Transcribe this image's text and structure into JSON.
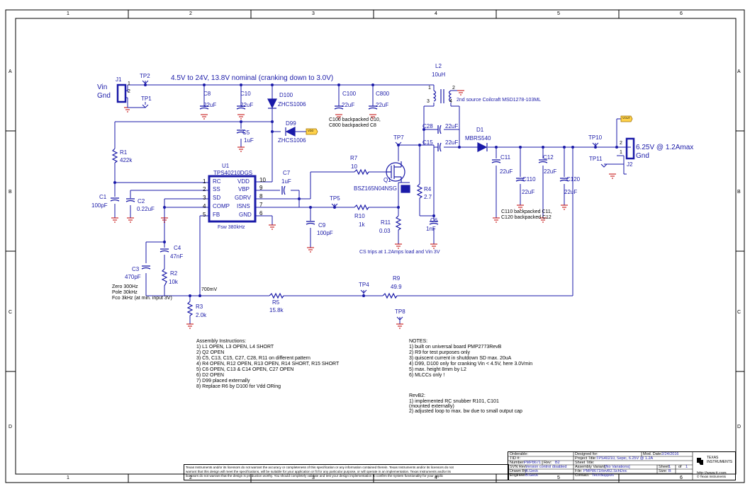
{
  "frame": {
    "cols": [
      "1",
      "2",
      "3",
      "4",
      "5",
      "6"
    ],
    "rows": [
      "A",
      "B",
      "C",
      "D"
    ]
  },
  "supply_label": "4.5V to 24V, 13.8V nominal (cranking down to 3.0V)",
  "output_label": "6.25V @ 1.2Amax",
  "connectors": {
    "j1": {
      "ref": "J1",
      "vin": "Vin",
      "gnd": "Gnd",
      "pin1": "1",
      "pin2": "2"
    },
    "j2": {
      "ref": "J2",
      "gnd": "Gnd",
      "pin1": "1",
      "pin2": "2"
    }
  },
  "testpoints": [
    "TP2",
    "TP1",
    "TP7",
    "TP5",
    "TP4",
    "TP8",
    "TP10",
    "TP11"
  ],
  "components": {
    "c8": {
      "ref": "C8",
      "val": "22uF"
    },
    "c10": {
      "ref": "C10",
      "val": "22uF"
    },
    "d100": {
      "ref": "D100",
      "val": "ZHCS1006"
    },
    "c100": {
      "ref": "C100",
      "val": "22uF"
    },
    "c800": {
      "ref": "C800",
      "val": "22uF"
    },
    "l2": {
      "ref": "L2",
      "val": "10uH",
      "note": "2nd source Coilcraft MSD1278-103ML"
    },
    "c5": {
      "ref": "C5",
      "val": "1uF"
    },
    "d99": {
      "ref": "D99",
      "val": "ZHCS1006"
    },
    "c28": {
      "ref": "C28",
      "val": "22uF"
    },
    "c15": {
      "ref": "C15",
      "val": "22uF"
    },
    "d1": {
      "ref": "D1",
      "val": "MBRS540"
    },
    "r1": {
      "ref": "R1",
      "val": "422k"
    },
    "c1": {
      "ref": "C1",
      "val": "100pF"
    },
    "c2": {
      "ref": "C2",
      "val": "0.22uF"
    },
    "u1": {
      "ref": "U1",
      "val": "TPS40210DGS",
      "fsw": "Fsw 380kHz"
    },
    "c7": {
      "ref": "C7",
      "val": "1uF"
    },
    "r7": {
      "ref": "R7",
      "val": "10"
    },
    "q1": {
      "ref": "Q1",
      "val": "BSZ165N04NSG"
    },
    "r4": {
      "ref": "R4",
      "val": "2.7"
    },
    "r10": {
      "ref": "R10",
      "val": "1k"
    },
    "c9": {
      "ref": "C9",
      "val": "100pF"
    },
    "r11": {
      "ref": "R11",
      "val": "0.03"
    },
    "c6": {
      "ref": "C6",
      "val": "1nF"
    },
    "c11": {
      "ref": "C11",
      "val": "22uF"
    },
    "c110": {
      "ref": "C110",
      "val": "22uF"
    },
    "c12": {
      "ref": "C12",
      "val": "22uF"
    },
    "c120": {
      "ref": "C120",
      "val": "22uF"
    },
    "c4": {
      "ref": "C4",
      "val": "47nF"
    },
    "c3": {
      "ref": "C3",
      "val": "470pF"
    },
    "r2": {
      "ref": "R2",
      "val": "10k"
    },
    "r3": {
      "ref": "R3",
      "val": "2.0k"
    },
    "r5": {
      "ref": "R5",
      "val": "15.8k"
    },
    "r9": {
      "ref": "R9",
      "val": "49.9"
    }
  },
  "u1_pins": {
    "left": [
      {
        "num": "1",
        "name": "RC"
      },
      {
        "num": "2",
        "name": "SS"
      },
      {
        "num": "3",
        "name": "SD"
      },
      {
        "num": "4",
        "name": "COMP"
      },
      {
        "num": "5",
        "name": "FB"
      }
    ],
    "right": [
      {
        "num": "10",
        "name": "VDD"
      },
      {
        "num": "9",
        "name": "VBP"
      },
      {
        "num": "8",
        "name": "GDRV"
      },
      {
        "num": "7",
        "name": "ISNS"
      },
      {
        "num": "6",
        "name": "GND"
      }
    ]
  },
  "l2_pins": [
    "1",
    "2",
    "3",
    "4"
  ],
  "net_flags": {
    "vin": "VIN",
    "vdd": "VDD",
    "vout": "VOUT"
  },
  "notes_inline": {
    "c100_backpack": "C100 backpacked C10,\nC800 backpacked C8",
    "c110_backpack": "C110 backpacked C11,\nC120 backpacked C12",
    "cs_trip": "CS trips at 1.2Amps load and Vin 3V",
    "comp_note": "Zero 300Hz\nPole 30kHz\nFco 3kHz (at min. input 3V)",
    "fb_voltage": "700mV"
  },
  "assembly": {
    "title": "Assembly Instructions:",
    "lines": [
      "1) L1 OPEN, L3 OPEN, L4 SHORT",
      "2) Q2 OPEN",
      "3) C5, C13, C15, C27, C28, R11 on different pattern",
      "4) R4 OPEN, R12 OPEN, R13 OPEN, R14 SHORT, R15 SHORT",
      "5) C6 OPEN, C13 & C14 OPEN, C27 OPEN",
      "6) D2 OPEN",
      "7) D99 placed externally",
      "8) Replace R6 by D100 for Vdd ORing"
    ]
  },
  "notes": {
    "title": "NOTES:",
    "lines": [
      "1) built on universal board PMP2773RevB",
      "2) R9 for test purposes only",
      "3) quiscent current in shutdown SD max. 20uA",
      "4) D99, D100 only for cranking Vin < 4.5V, here 3.0Vmin",
      "5) max. height 8mm by L2",
      "6) MLCCs only !"
    ]
  },
  "revb2": {
    "title": "RevB2:",
    "lines": [
      "1) implemented RC snubber R101, C101",
      "    (mounted externally)",
      "2) adjusted loop to max. bw due to small output cap"
    ]
  },
  "disclaimer": [
    "Texas Instruments and/or its licensors do not warrant the accuracy or completeness of this specification or any information contained therein. Texas Instruments and/or its licensors do not",
    "warrant that this design will meet the specifications, will be suitable for your application or fit for any particular purpose, or will operate in an implementation. Texas Instruments and/or its",
    "licensors do not warrant that the design is production worthy. You should completely validate and test your design implementation to confirm the system functionality for your applic"
  ],
  "title_block": {
    "orderable": "Orderable:",
    "tid": "TID #:",
    "number_label": "Number:",
    "number": "PMP8671",
    "rev_label": "Rev:",
    "rev": "B2",
    "svn": "SVN Rev:",
    "svn_val": "Version control disabled",
    "drawn_label": "Drawn By:",
    "drawn": "B.Geck",
    "engineer_label": "Engineer:",
    "engineer": "B.Geck",
    "designed_for_label": "Designed for:",
    "designed_for": "",
    "mod_date_label": "Mod. Date:",
    "mod_date": "2/24/2016",
    "project_title_label": "Project Title:",
    "project_title": "TPS40210, Sepic, 6.25V @ 1.2A",
    "sheet_title_label": "Sheet Title:",
    "assembly_variant_label": "Assembly Variant:",
    "assembly_variant": "[No Variations]",
    "sheet_label": "Sheet:",
    "sheet": "1",
    "of_label": "of",
    "of": "1",
    "file_label": "File:",
    "file": "PMP8671RevB2.SchDoc",
    "size_label": "Size:",
    "size": "B",
    "contact_label": "Contact:",
    "contact": "TechSupport",
    "ti_name": "TEXAS\nINSTRUMENTS",
    "ti_url": "http://www.ti.com",
    "copyright": "© Texas Instruments"
  }
}
